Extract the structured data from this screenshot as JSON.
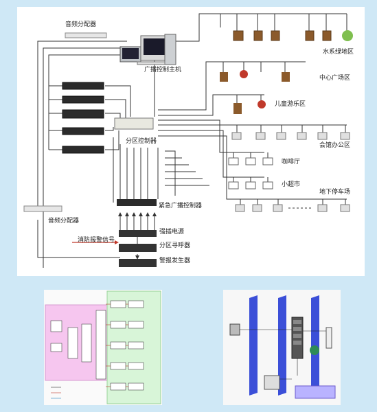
{
  "main": {
    "audio_splitter_top": "音频分配器",
    "host": "广播控制主机",
    "zone_water": "水系绿地区",
    "zone_center": "中心广场区",
    "zone_kids": "儿童游乐区",
    "zone_office": "会馆办公区",
    "zone_cafe": "咖啡厅",
    "zone_market": "小超市",
    "zone_parking": "地下停车场",
    "zone_controller": "分区控制器",
    "emergency_controller": "紧急广播控制器",
    "power_amp": "强插电源",
    "zone_pager": "分区寻呼器",
    "alarm_gen": "警报发生器",
    "fire_signal": "消防报警信号",
    "audio_splitter_bottom": "音频分配器"
  },
  "colors": {
    "background": "#cfe8f6",
    "line": "#333333",
    "fire_arrow": "#c0392b"
  }
}
